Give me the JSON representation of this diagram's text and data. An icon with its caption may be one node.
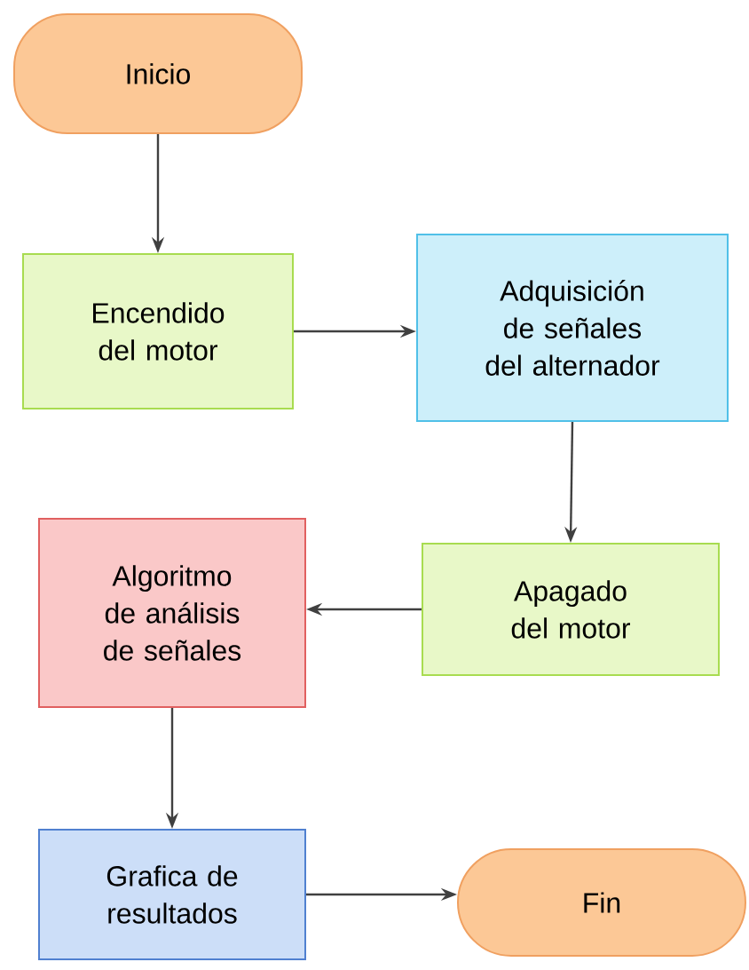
{
  "diagram": {
    "nodes": [
      {
        "text": [
          "Inicio"
        ]
      },
      {
        "text": [
          "Encendido del motor"
        ]
      },
      {
        "text": [
          "Adquisición de señales del alternador"
        ]
      },
      {
        "text": [
          "Apagado del motor"
        ]
      },
      {
        "text": [
          "Algoritmo de análisis de señales"
        ]
      },
      {
        "text": [
          "Grafica de resultados"
        ]
      },
      {
        "text": [
          "Fin"
        ]
      }
    ],
    "edges": [
      {
        "from": 0,
        "to": 1,
        "arrow": "to"
      },
      {
        "from": 1,
        "to": 2,
        "arrow": "to"
      },
      {
        "from": 2,
        "to": 3,
        "arrow": "to"
      },
      {
        "from": 3,
        "to": 4,
        "arrow": "to"
      },
      {
        "from": 4,
        "to": 5,
        "arrow": "to"
      },
      {
        "from": 5,
        "to": 6,
        "arrow": "to"
      }
    ]
  }
}
